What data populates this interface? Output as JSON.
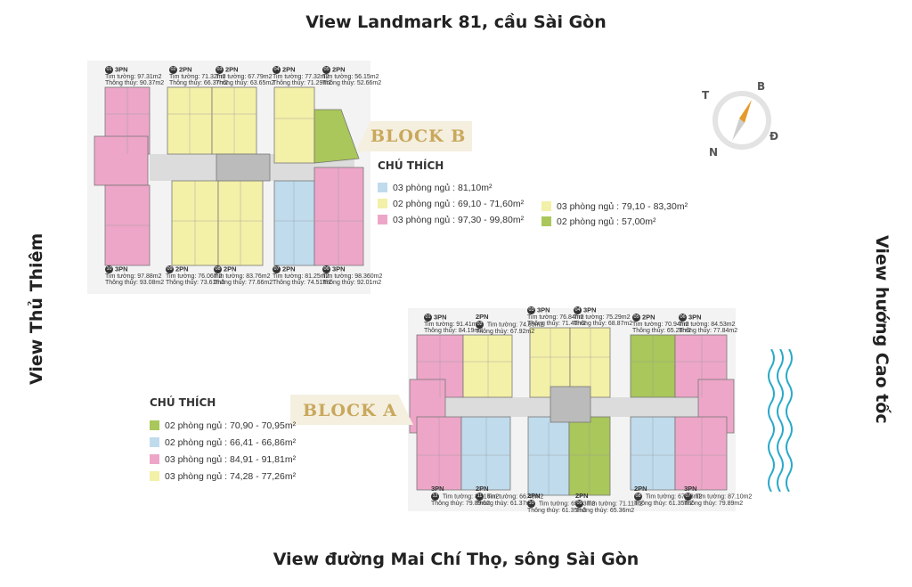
{
  "views": {
    "top": "View Landmark 81, cầu Sài Gòn",
    "bottom": "View đường Mai Chí Thọ, sông Sài Gòn",
    "left": "View Thủ Thiêm",
    "right": "View hướng Cao tốc"
  },
  "compass": {
    "north": "B",
    "south": "N",
    "east": "Đ",
    "west": "T"
  },
  "colors": {
    "pink": "#eda6c8",
    "yellow": "#f3f0a8",
    "green": "#a9c75a",
    "blue": "#bfdbec",
    "grey": "#d9d9d9",
    "gold": "#c9a85c",
    "water": "#2aa9c9"
  },
  "block_b": {
    "title": "BLOCK B",
    "legend_title": "CHÚ THÍCH",
    "legend": [
      {
        "color": "#bfdbec",
        "text": "03 phòng ngủ : 81,10m²"
      },
      {
        "color": "#f3f0a8",
        "text": "02 phòng ngủ : 69,10 - 71,60m²"
      },
      {
        "color": "#eda6c8",
        "text": "03 phòng ngủ : 97,30 - 99,80m²"
      },
      {
        "color": "#f3f0a8",
        "text": "03 phòng ngủ : 79,10 - 83,30m²"
      },
      {
        "color": "#a9c75a",
        "text": "02 phòng ngủ : 57,00m²"
      }
    ],
    "units_top": [
      {
        "num": "01",
        "type": "3PN",
        "tim": "Tim tường: 97.31m2",
        "thong": "Thông thủy: 90.37m2"
      },
      {
        "num": "02",
        "type": "2PN",
        "tim": "Tim tường: 71.32m2",
        "thong": "Thông thủy: 66.37m2"
      },
      {
        "num": "03",
        "type": "2PN",
        "tim": "Tim tường: 67.79m2",
        "thong": "Thông thủy: 63.65m2"
      },
      {
        "num": "04",
        "type": "2PN",
        "tim": "Tim tường: 77.32m2",
        "thong": "Thông thủy: 71.29m2"
      },
      {
        "num": "05",
        "type": "2PN",
        "tim": "Tim tường: 56.15m2",
        "thong": "Thông thủy: 52.66m2"
      }
    ],
    "units_bottom": [
      {
        "num": "10",
        "type": "3PN",
        "tim": "Tim tường: 97.88m2",
        "thong": "Thông thủy: 93.08m2"
      },
      {
        "num": "09",
        "type": "2PN",
        "tim": "Tim tường: 76.06m2",
        "thong": "Thông thủy: 73.61m2"
      },
      {
        "num": "08",
        "type": "2PN",
        "tim": "Tim tường: 83.76m2",
        "thong": "Thông thủy: 77.66m2"
      },
      {
        "num": "07",
        "type": "2PN",
        "tim": "Tim tường: 81.25m2",
        "thong": "Thông thủy: 74.51m2"
      },
      {
        "num": "06",
        "type": "3PN",
        "tim": "Tim tường: 98.360m2",
        "thong": "Thông thủy: 92.01m2"
      }
    ]
  },
  "block_a": {
    "title": "BLOCK A",
    "legend_title": "CHÚ THÍCH",
    "legend": [
      {
        "color": "#a9c75a",
        "text": "02 phòng ngủ : 70,90 - 70,95m²"
      },
      {
        "color": "#bfdbec",
        "text": "02 phòng ngủ : 66,41 - 66,86m²"
      },
      {
        "color": "#eda6c8",
        "text": "03 phòng ngủ : 84,91 - 91,81m²"
      },
      {
        "color": "#f3f0a8",
        "text": "03 phòng ngủ : 74,28 - 77,26m²"
      }
    ],
    "units_top": [
      {
        "num": "01",
        "type": "3PN",
        "tim": "Tim tường: 91.41m2",
        "thong": "Thông thủy: 84.19m2"
      },
      {
        "num": "02",
        "type": "2PN",
        "tim": "Tim tường: 74.85m2",
        "thong": "Thông thủy: 67.92m2"
      },
      {
        "num": "03",
        "type": "3PN",
        "tim": "Tim tường: 76.84m2",
        "thong": "Thông thủy: 71.40m2"
      },
      {
        "num": "04",
        "type": "3PN",
        "tim": "Tim tường: 75.29m2",
        "thong": "Thông thủy: 68.87m2"
      },
      {
        "num": "05",
        "type": "2PN",
        "tim": "Tim tường: 70.94m2",
        "thong": "Thông thủy: 65.28m2"
      },
      {
        "num": "06",
        "type": "3PN",
        "tim": "Tim tường: 84.53m2",
        "thong": "Thông thủy: 77.84m2"
      }
    ],
    "units_bottom": [
      {
        "num": "12",
        "type": "3PN",
        "tim": "Tim tường: 87.16m2",
        "thong": "Thông thủy: 79.89m2"
      },
      {
        "num": "11",
        "type": "2PN",
        "tim": "Tim tường: 66.48m2",
        "thong": "Thông thủy: 61.37m2"
      },
      {
        "num": "10",
        "type": "2PN",
        "tim": "Tim tường: 65.43m2",
        "thong": "Thông thủy: 61.35m2"
      },
      {
        "num": "09",
        "type": "2PN",
        "tim": "Tim tường: 71.11m2",
        "thong": "Thông thủy: 65.36m2"
      },
      {
        "num": "08",
        "type": "2PN",
        "tim": "Tim tường: 67.68m2",
        "thong": "Thông thủy: 61.35m2"
      },
      {
        "num": "07",
        "type": "3PN",
        "tim": "Tim tường: 87.10m2",
        "thong": "Thông thủy: 79.89m2"
      }
    ]
  }
}
